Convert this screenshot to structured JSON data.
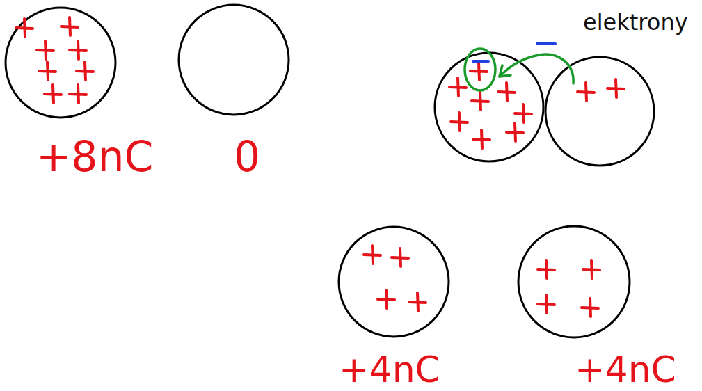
{
  "diagram": {
    "labels": [
      "+8nC",
      "0",
      "elektrony",
      "+4nC",
      "+4nC"
    ]
  }
}
